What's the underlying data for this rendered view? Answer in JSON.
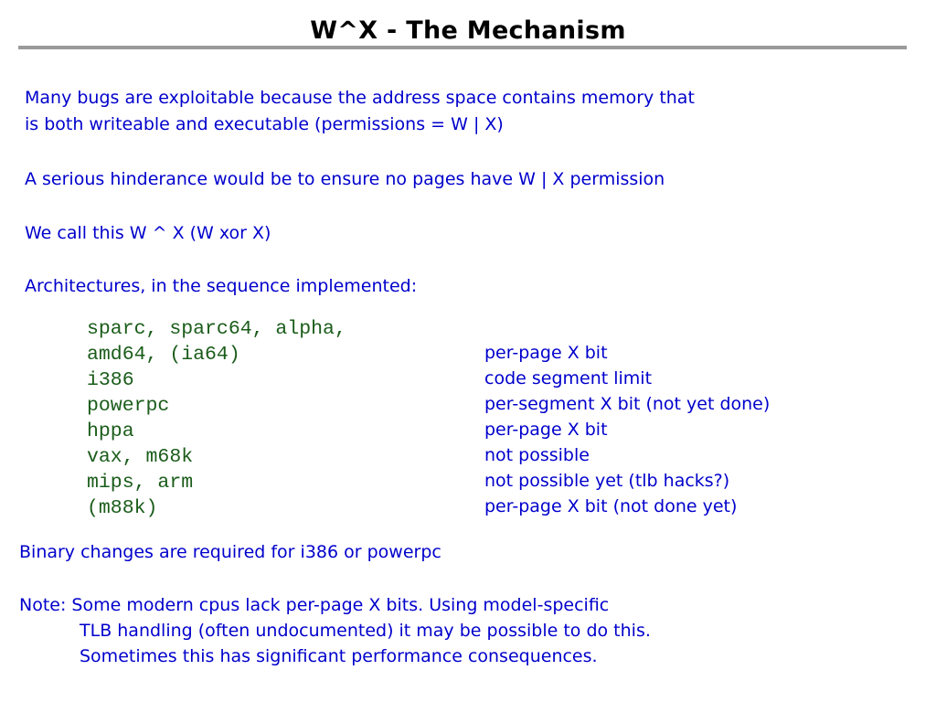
{
  "slide": {
    "title": "W^X - The Mechanism"
  },
  "intro": {
    "line1": "Many bugs are exploitable because the address space contains memory that",
    "line2": "is both writeable and executable (permissions = W | X)",
    "hindrance": "A serious hinderance would be to ensure no pages have W | X permission",
    "naming": "We call this W ^ X  (W xor X)",
    "arch_heading": "Architectures, in the sequence implemented:"
  },
  "architectures": [
    {
      "arch": "sparc, sparc64, alpha,",
      "mechanism": ""
    },
    {
      "arch": "amd64, (ia64)",
      "mechanism": "per-page X bit"
    },
    {
      "arch": "i386",
      "mechanism": "code segment limit"
    },
    {
      "arch": "powerpc",
      "mechanism": "per-segment X bit (not yet done)"
    },
    {
      "arch": "hppa",
      "mechanism": "per-page X bit"
    },
    {
      "arch": "vax, m68k",
      "mechanism": "not possible"
    },
    {
      "arch": "mips, arm",
      "mechanism": "not possible yet (tlb hacks?)"
    },
    {
      "arch": "(m88k)",
      "mechanism": "per-page X bit (not done yet)"
    }
  ],
  "binary_changes": "Binary changes are required for i386 or powerpc",
  "note": {
    "line1": "Note: Some modern cpus lack per-page X bits.  Using model-specific",
    "line2": "TLB handling (often undocumented) it may be possible to do this.",
    "line3": "Sometimes this has significant performance consequences."
  },
  "colors": {
    "body_text": "#0000cc",
    "code_text": "#1a5c1a",
    "title_text": "#000000",
    "rule": "#9a9a9a"
  }
}
